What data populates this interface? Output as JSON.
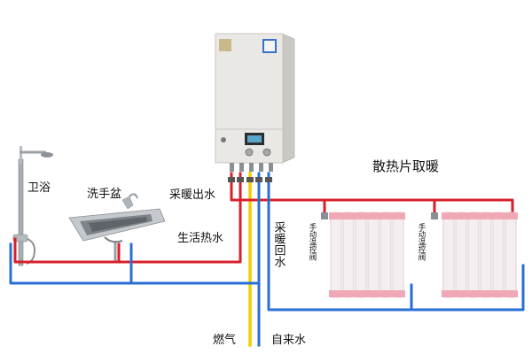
{
  "labels": {
    "bathroom": "卫浴",
    "wash_basin": "洗手盆",
    "heating_outlet": "采暖出水",
    "domestic_hot_water": "生活热水",
    "heating_return": "采暖回水",
    "radiator_heating": "散热片取暖",
    "manual_valve_left": "手动温控阀",
    "manual_valve_right": "手动温控阀",
    "gas": "燃气",
    "tap_water": "自来水"
  },
  "colors": {
    "hot_pipe": "#d8202a",
    "cold_pipe": "#2a6fd6",
    "gas_pipe": "#f0d000",
    "boiler_body": "#e9e8e4",
    "boiler_side": "#c9c8c3",
    "radiator_fin": "#f4eef0",
    "radiator_cap": "#f0a8b6"
  },
  "icons": [
    "shower-icon",
    "wash-basin-icon",
    "boiler-icon",
    "radiator-icon",
    "valve-icon"
  ]
}
